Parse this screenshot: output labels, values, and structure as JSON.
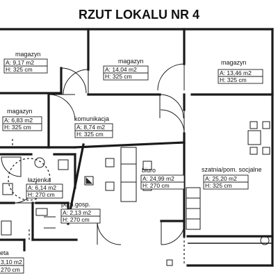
{
  "title": "RZUT  LOKALU NR 4",
  "rooms": [
    {
      "name": "magazyn",
      "area": "A: 9,17 m2",
      "height": "H: 325 cm"
    },
    {
      "name": "magazyn",
      "area": "A: 14,04 m2",
      "height": "H: 325 cm"
    },
    {
      "name": "magazyn",
      "area": "A: 13,46 m2",
      "height": "H: 325 cm"
    },
    {
      "name": "magazyn",
      "area": "A: 6,83 m2",
      "height": "H: 325 cm"
    },
    {
      "name": "komunikacja",
      "area": "A: 8,74 m2",
      "height": "H: 325 cm"
    },
    {
      "name": "biuro",
      "area": "A: 24,99 m2",
      "height": "H: 270 cm"
    },
    {
      "name": "szatnia/pom. socjalne",
      "area": "A: 25,20 m2",
      "height": "H: 325 cm"
    },
    {
      "name": "łazienka",
      "area": "A: 6,14 m2",
      "height": "H: 270 cm"
    },
    {
      "name": "pom.gosp.",
      "area": "A: 2,13 m2",
      "height": "H: 270 cm"
    },
    {
      "name": "eta",
      "area": "3,10 m2",
      "height": "270 cm"
    }
  ],
  "colors": {
    "wall": "#1a1a1a",
    "paper": "#ffffff"
  }
}
